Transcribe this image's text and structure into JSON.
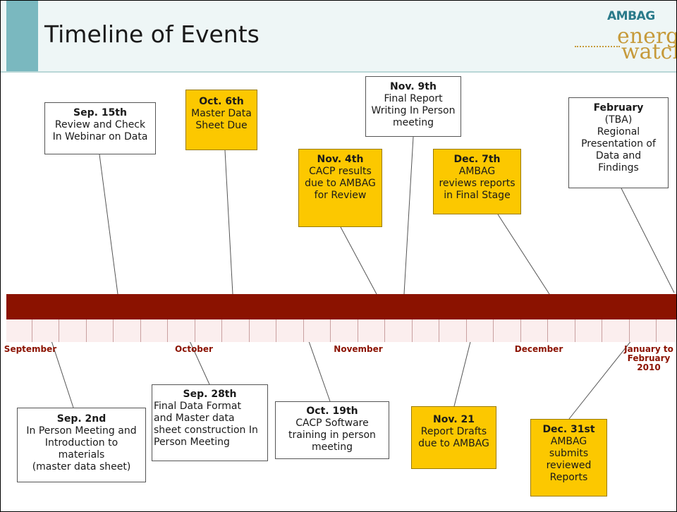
{
  "slide": {
    "title": "Timeline of Events",
    "logo": {
      "line1": "AMBAG",
      "line2": "energy",
      "line3": "watch"
    }
  },
  "colors": {
    "bar": "#8b1200",
    "highlight": "#fcc800",
    "accent": "#7ab8bf",
    "header_bg": "#eef6f6"
  },
  "timeline": {
    "months": [
      {
        "label": "September"
      },
      {
        "label": "October"
      },
      {
        "label": "November"
      },
      {
        "label": "December"
      },
      {
        "label": "January to\nFebruary\n2010"
      }
    ],
    "events_above": [
      {
        "date": "Sep. 15th",
        "text": "Review and Check\nIn Webinar on Data",
        "highlight": false
      },
      {
        "date": "Oct. 6th",
        "text": "Master Data\nSheet Due",
        "highlight": true
      },
      {
        "date": "Nov. 4th",
        "text": "CACP results\ndue to AMBAG\nfor Review",
        "highlight": true
      },
      {
        "date": "Nov. 9th",
        "text": "Final Report\nWriting In Person\nmeeting",
        "highlight": false
      },
      {
        "date": "Dec. 7th",
        "text": "AMBAG\nreviews reports\nin Final Stage",
        "highlight": true
      },
      {
        "date": "February",
        "text": "(TBA)\nRegional\nPresentation of\nData and\nFindings",
        "highlight": false
      }
    ],
    "events_below": [
      {
        "date": "Sep. 2nd",
        "text": "In Person Meeting and\nIntroduction to\nmaterials\n(master data sheet)",
        "highlight": false
      },
      {
        "date": "Sep. 28th",
        "text": "Final Data Format\nand Master data\nsheet construction In\nPerson Meeting",
        "highlight": false
      },
      {
        "date": "Oct. 19th",
        "text": "CACP Software\ntraining in person\nmeeting",
        "highlight": false
      },
      {
        "date": "Nov. 21",
        "text": "Report Drafts\ndue to AMBAG",
        "highlight": true
      },
      {
        "date": "Dec. 31st",
        "text": "AMBAG\nsubmits\nreviewed\nReports",
        "highlight": true
      }
    ]
  }
}
